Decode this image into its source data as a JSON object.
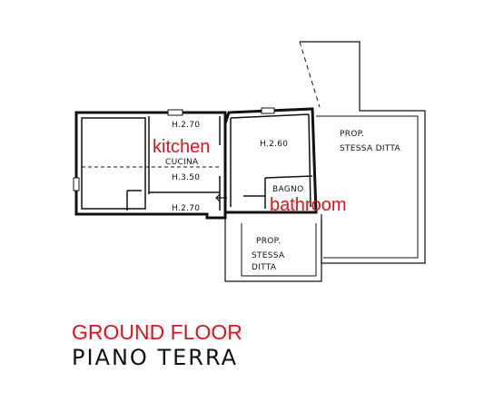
{
  "labels": {
    "kitchen_en": "kitchen",
    "cucina": "CUCINA",
    "h_270_top": "H.2.70",
    "h_350": "H.3.50",
    "h_270_bottom": "H.2.70",
    "h_260": "H.2.60",
    "bagno": "BAGNO",
    "bathroom_en": "bathroom",
    "prop_top": "PROP.",
    "stessa_ditta_top": "STESSA DITTA",
    "prop_bottom": "PROP.",
    "stessa_bottom": "STESSA",
    "ditta_bottom": "DITTA"
  },
  "titles": {
    "english": "GROUND FLOOR",
    "italian": "PIANO TERRA"
  },
  "colors": {
    "annotation": "#e8101a",
    "linework": "#111111"
  }
}
